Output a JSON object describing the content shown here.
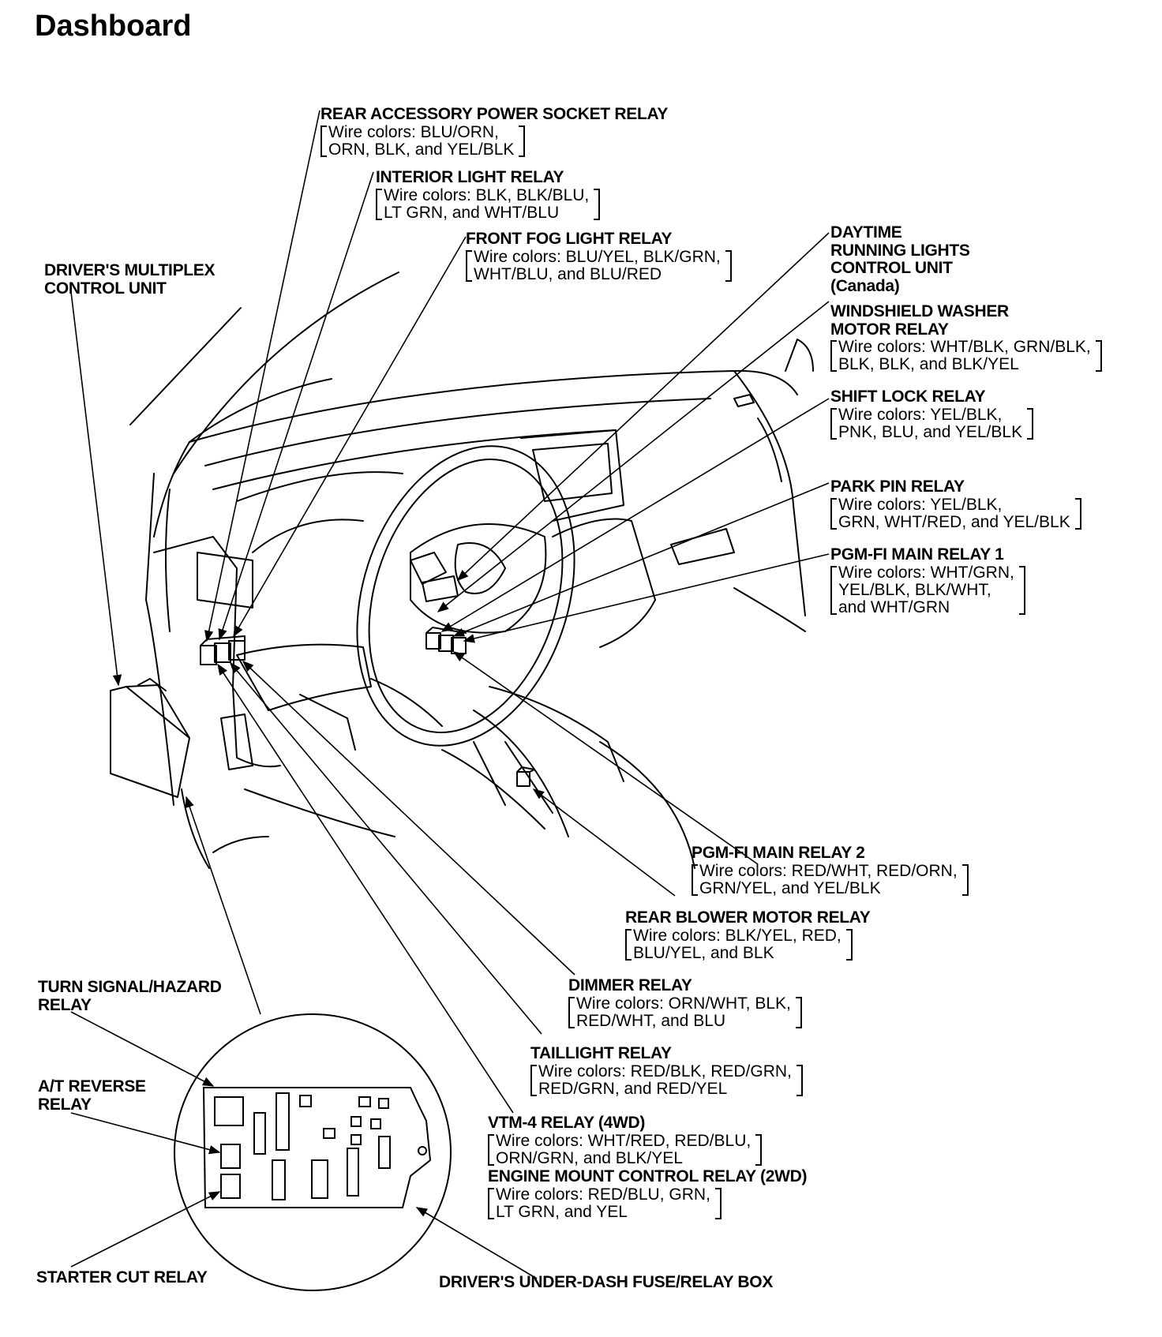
{
  "page": {
    "title": "Dashboard"
  },
  "labels": {
    "rear_accessory": {
      "name": "REAR ACCESSORY POWER SOCKET RELAY",
      "wires": [
        "Wire colors: BLU/ORN,",
        "ORN, BLK, and YEL/BLK"
      ]
    },
    "interior_light": {
      "name": "INTERIOR LIGHT RELAY",
      "wires": [
        "Wire colors: BLK, BLK/BLU,",
        "LT GRN, and WHT/BLU"
      ]
    },
    "front_fog": {
      "name": "FRONT FOG LIGHT RELAY",
      "wires": [
        "Wire colors: BLU/YEL, BLK/GRN,",
        "WHT/BLU, and BLU/RED"
      ]
    },
    "drivers_multiplex": {
      "name": [
        "DRIVER'S MULTIPLEX",
        "CONTROL UNIT"
      ]
    },
    "daytime_running": {
      "name": [
        "DAYTIME",
        "RUNNING LIGHTS",
        "CONTROL UNIT",
        "(Canada)"
      ]
    },
    "windshield_washer": {
      "name": [
        "WINDSHIELD WASHER",
        "MOTOR RELAY"
      ],
      "wires": [
        "Wire colors: WHT/BLK, GRN/BLK,",
        "BLK, BLK, and BLK/YEL"
      ]
    },
    "shift_lock": {
      "name": "SHIFT LOCK RELAY",
      "wires": [
        "Wire colors: YEL/BLK,",
        "PNK, BLU, and YEL/BLK"
      ]
    },
    "park_pin": {
      "name": "PARK PIN RELAY",
      "wires": [
        "Wire colors: YEL/BLK,",
        "GRN, WHT/RED, and YEL/BLK"
      ]
    },
    "pgm_fi_1": {
      "name": "PGM-FI MAIN RELAY 1",
      "wires": [
        "Wire colors: WHT/GRN,",
        "YEL/BLK, BLK/WHT,",
        "and WHT/GRN"
      ]
    },
    "pgm_fi_2": {
      "name": "PGM-FI MAIN RELAY 2",
      "wires": [
        "Wire colors: RED/WHT, RED/ORN,",
        "GRN/YEL, and YEL/BLK"
      ]
    },
    "rear_blower": {
      "name": "REAR BLOWER MOTOR RELAY",
      "wires": [
        "Wire colors: BLK/YEL, RED,",
        "BLU/YEL, and BLK"
      ]
    },
    "dimmer": {
      "name": "DIMMER RELAY",
      "wires": [
        "Wire colors: ORN/WHT, BLK,",
        "RED/WHT, and BLU"
      ]
    },
    "taillight": {
      "name": "TAILLIGHT RELAY",
      "wires": [
        "Wire colors: RED/BLK, RED/GRN,",
        "RED/GRN, and RED/YEL"
      ]
    },
    "vtm4": {
      "name": "VTM-4 RELAY (4WD)",
      "wires": [
        "Wire colors: WHT/RED, RED/BLU,",
        "ORN/GRN, and BLK/YEL"
      ]
    },
    "engine_mount": {
      "name": "ENGINE MOUNT CONTROL RELAY (2WD)",
      "wires": [
        "Wire colors: RED/BLU, GRN,",
        "LT GRN, and YEL"
      ]
    },
    "turn_signal": {
      "name": [
        "TURN SIGNAL/HAZARD",
        "RELAY"
      ]
    },
    "at_reverse": {
      "name": [
        "A/T REVERSE",
        "RELAY"
      ]
    },
    "starter_cut": {
      "name": "STARTER CUT RELAY"
    },
    "fuse_box": {
      "name": "DRIVER'S UNDER-DASH FUSE/RELAY BOX"
    }
  }
}
